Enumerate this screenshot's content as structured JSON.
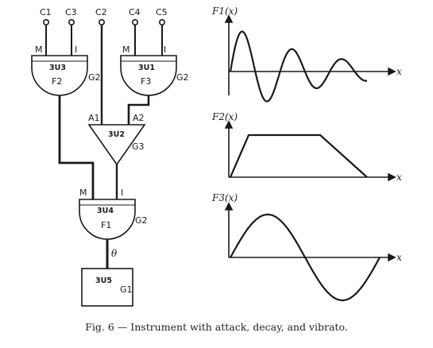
{
  "caption": "Fig. 6 — Instrument with attack, decay, and vibrato.",
  "terminals": {
    "c1": "C1",
    "c3": "C3",
    "c2": "C2",
    "c4": "C4",
    "c5": "C5"
  },
  "gates": {
    "u3": {
      "id": "3U3",
      "m": "M",
      "i": "I",
      "out": "F2",
      "group": "G2"
    },
    "u1": {
      "id": "3U1",
      "m": "M",
      "i": "I",
      "out": "F3",
      "group": "G2"
    },
    "u2": {
      "id": "3U2",
      "a1": "A1",
      "a2": "A2",
      "group": "G3"
    },
    "u4": {
      "id": "3U4",
      "m": "M",
      "i": "I",
      "out": "F1",
      "group": "G2"
    },
    "u5": {
      "id": "3U5",
      "group": "G1",
      "wire": "θ"
    }
  },
  "graphs": {
    "f1": {
      "title": "F1(x)",
      "xlabel": "x"
    },
    "f2": {
      "title": "F2(x)",
      "xlabel": "x"
    },
    "f3": {
      "title": "F3(x)",
      "xlabel": "x"
    }
  }
}
